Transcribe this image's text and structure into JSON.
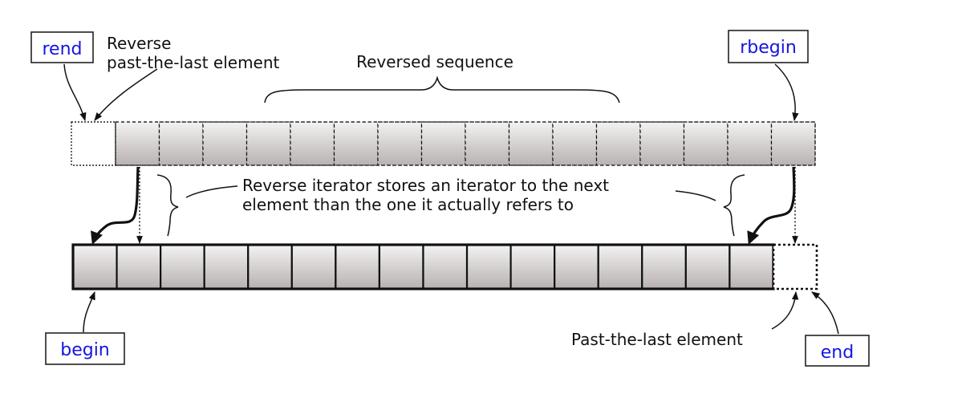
{
  "labels": {
    "rend": "rend",
    "rbegin": "rbegin",
    "begin": "begin",
    "end": "end",
    "reverse_line1": "Reverse",
    "reverse_line2": "past-the-last element",
    "reversed_sequence": "Reversed sequence",
    "note_line1": "Reverse iterator stores an iterator to the next",
    "note_line2": "element than the one it actually refers to",
    "past_the_last": "Past-the-last element"
  },
  "colors": {
    "iterator_text": "#1515e0",
    "cell_gradient_top": "#f4f2f2",
    "cell_gradient_bottom": "#b8b1b1"
  }
}
